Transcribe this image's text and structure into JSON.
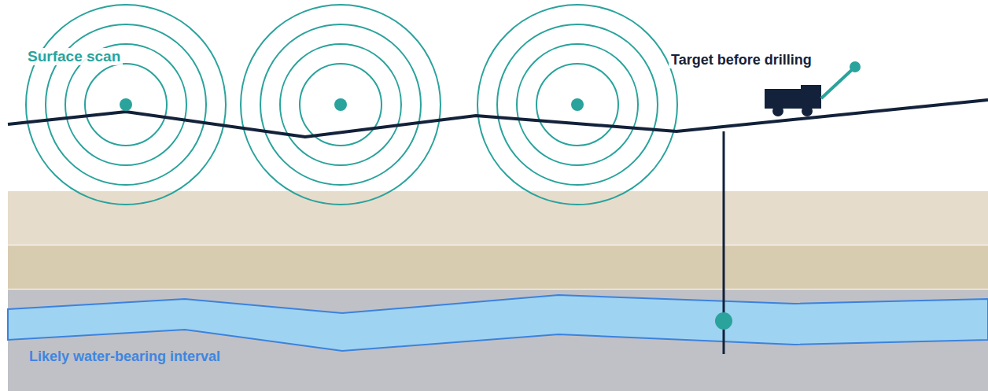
{
  "diagram": {
    "labels": [
      "Surface scan",
      "Target before drilling",
      "Likely water-bearing interval"
    ]
  }
}
